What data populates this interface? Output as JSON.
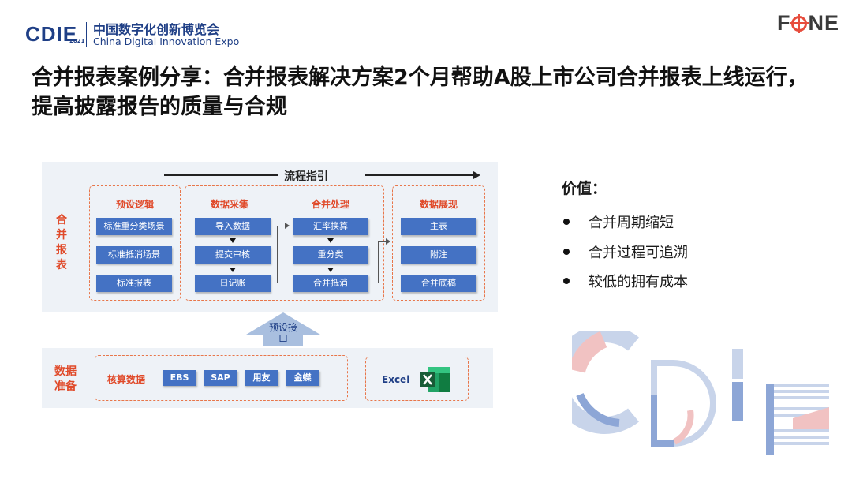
{
  "header": {
    "logo_text": "CDIE",
    "logo_year": "2021",
    "expo_name_cn": "中国数字化创新博览会",
    "expo_name_en": "China Digital Innovation Expo",
    "brand_left": "F",
    "brand_right": "NE"
  },
  "title": "合并报表案例分享：合并报表解决方案2个月帮助A股上市公司合并报表上线运行，提高披露报告的质量与合规",
  "diagram": {
    "flow_label": "流程指引",
    "consolidation_label": "合并报表",
    "data_prep_label": "数据准备",
    "groups": {
      "preset": {
        "title": "预设逻辑",
        "items": [
          "标准重分类场景",
          "标准抵消场景",
          "标准报表"
        ]
      },
      "collect": {
        "title": "数据采集",
        "items": [
          "导入数据",
          "提交审核",
          "日记账"
        ]
      },
      "process": {
        "title": "合并处理",
        "items": [
          "汇率换算",
          "重分类",
          "合并抵消"
        ]
      },
      "display": {
        "title": "数据展现",
        "items": [
          "主表",
          "附注",
          "合并底稿"
        ]
      }
    },
    "interface_label": "预设接口",
    "accounting_label": "核算数据",
    "sources": [
      "EBS",
      "SAP",
      "用友",
      "金蝶"
    ],
    "excel_label": "Excel"
  },
  "value": {
    "heading": "价值：",
    "items": [
      "合并周期缩短",
      "合并过程可追溯",
      "较低的拥有成本"
    ]
  },
  "colors": {
    "navy": "#1f3f86",
    "box_blue": "#4472c4",
    "accent_red": "#e04a2a",
    "fone_red": "#e74c3c",
    "panel_bg": "#eef2f7"
  }
}
